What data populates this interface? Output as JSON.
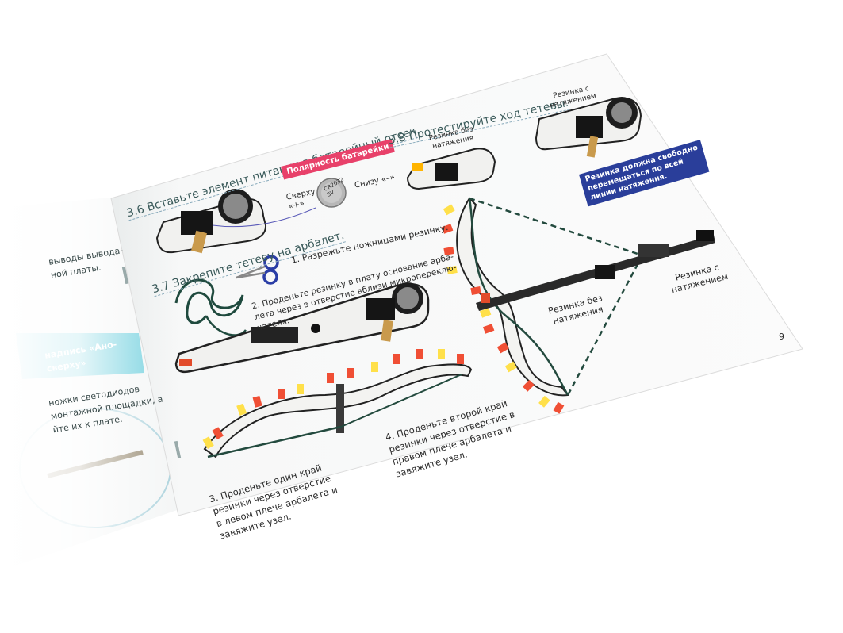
{
  "left_page": {
    "fragment_1": "выводы выводa-\nной платы.",
    "fragment_2": "надпись «Ано-\nсверху»",
    "fragment_3": "ножки светодиодов\nмонтажной площадки, а\nйте их к плате."
  },
  "section_3_6": {
    "heading": "3.6 Вставьте элемент питания в батарейный отсек.",
    "polarity_badge": "Полярность батарейки",
    "top_label": "Сверху\n«+»",
    "bottom_label": "Снизу «–»",
    "battery_text": "CR2032\n3V"
  },
  "section_3_7": {
    "heading": "3.7 Закрепите тетеву на арбалет.",
    "step_1": "1. Разрежьте ножницами резинку.",
    "step_2": "2. Проденьте резинку в плату основание арба-\nлета через в отверстие вблизи микропереклю-\nчателя.",
    "step_3": "3. Проденьте один край\nрезинки через отверстие\nв левом плече арбалета и\nзавяжите узел.",
    "step_4": "4. Проденьте второй край\nрезинки через отверстие в\nправом плече арбалета и\nзавяжите узел."
  },
  "section_3_8": {
    "heading": "3.8 Протестируйте ход тетевы.",
    "no_tension_label": "Резинка без\nнатяжения",
    "tension_label": "Резинка с\nнатяжением",
    "note_badge": "Резинка должна свободно\nперемещаться по всей\nлинии натяжения.",
    "diagram_no_tension": "Резинка без\nнатяжения",
    "diagram_tension": "Резинка с\nнатяжением"
  },
  "page_number": "9",
  "colors": {
    "pink_badge": "#e8416a",
    "blue_badge": "#2a3e9a",
    "cyan_box": "#2bbad0",
    "string_green": "#234a3e"
  }
}
